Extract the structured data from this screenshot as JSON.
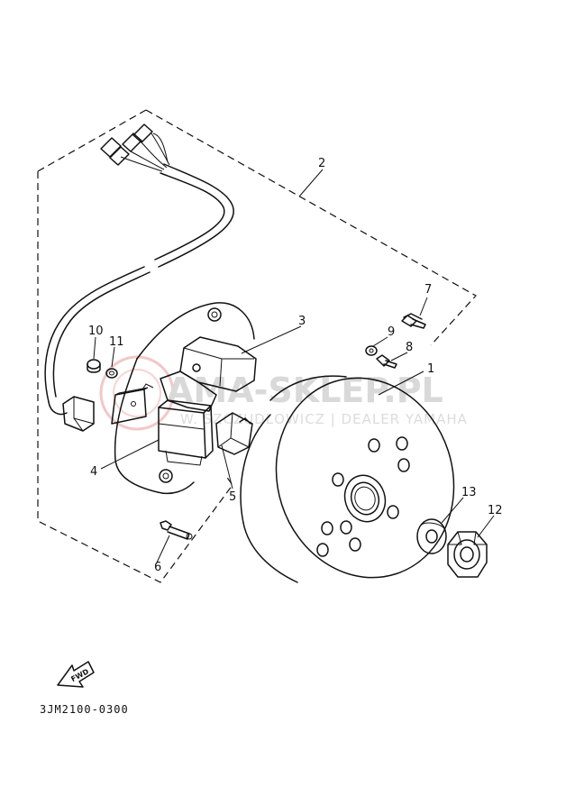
{
  "diagram": {
    "watermark": {
      "brand": "AMA-SKLEP.PL",
      "dealer": "W. SZCZUDŁOWICZ | DEALER YAMAHA"
    },
    "catalog_code": "3JM2100-0300",
    "fwd_label": "FWD",
    "callouts": {
      "c1": "1",
      "c2": "2",
      "c3": "3",
      "c4": "4",
      "c5": "5",
      "c6": "6",
      "c7": "7",
      "c8": "8",
      "c9": "9",
      "c10": "10",
      "c11": "11",
      "c12": "12",
      "c13": "13"
    }
  }
}
